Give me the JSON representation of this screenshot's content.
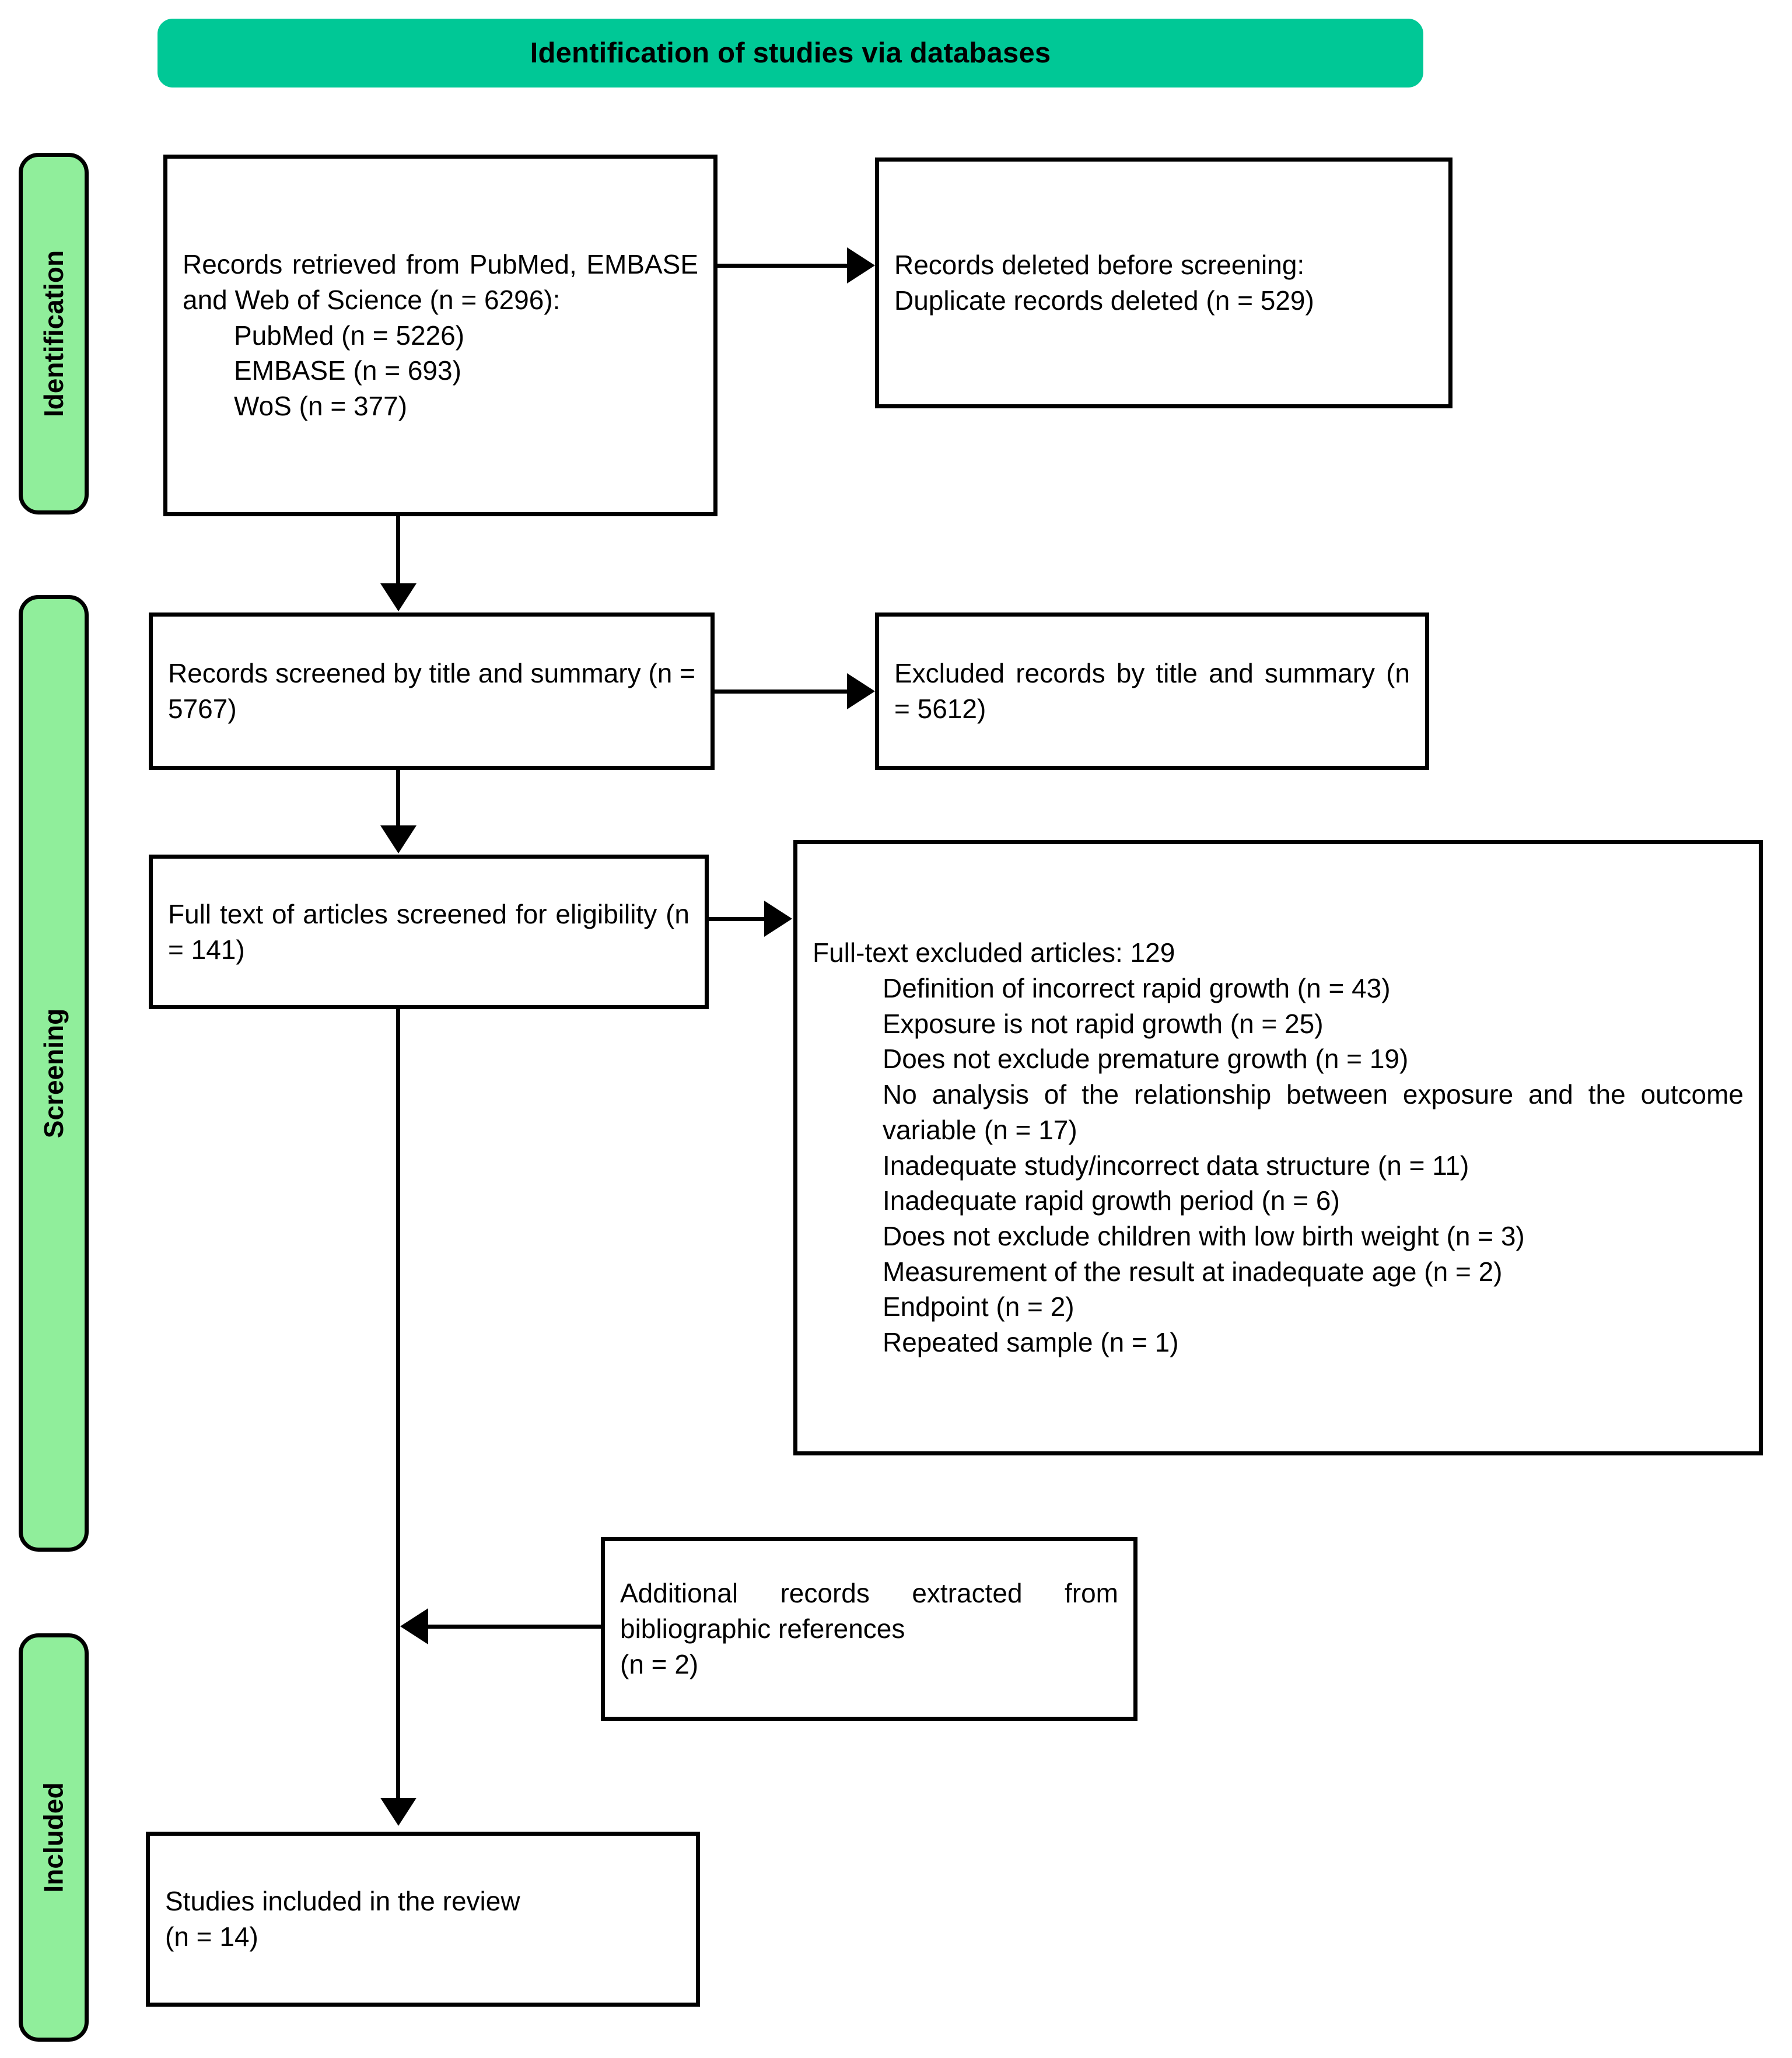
{
  "banner": {
    "title": "Identification of studies via databases"
  },
  "stages": [
    {
      "id": "identification",
      "label": "Identification"
    },
    {
      "id": "screening",
      "label": "Screening"
    },
    {
      "id": "included",
      "label": "Included"
    }
  ],
  "boxes": {
    "records_retrieved": {
      "line1": "Records retrieved from PubMed, EMBASE and Web of Science (n = 6296):",
      "sources": [
        "PubMed (n = 5226)",
        "EMBASE (n = 693)",
        "WoS (n = 377)"
      ]
    },
    "records_deleted": {
      "line1": "Records deleted before screening:",
      "line2": "Duplicate records deleted (n = 529)"
    },
    "records_screened": {
      "text": "Records screened by title and summary (n = 5767)"
    },
    "records_excluded": {
      "text": "Excluded records by title and summary (n = 5612)"
    },
    "fulltext_screened": {
      "text": "Full text of articles screened for eligibility (n = 141)"
    },
    "fulltext_excluded": {
      "title": "Full-text excluded articles: 129",
      "reasons": [
        "Definition of incorrect rapid growth (n = 43)",
        "Exposure is not rapid growth (n = 25)",
        "Does not exclude premature growth (n = 19)",
        "No analysis of the relationship between exposure and the outcome variable (n = 17)",
        "Inadequate study/incorrect data structure (n = 11)",
        "Inadequate rapid growth period (n = 6)",
        "Does not exclude children with low birth weight (n = 3)",
        "Measurement of the result at inadequate age (n = 2)",
        "Endpoint (n = 2)",
        "Repeated sample (n = 1)"
      ]
    },
    "additional_records": {
      "line1": "Additional records extracted from bibliographic references",
      "line2": "(n = 2)"
    },
    "studies_included": {
      "line1": "Studies included in the review",
      "line2": "(n = 14)"
    }
  },
  "colors": {
    "banner_fill": "#00C896",
    "stage_fill": "#90EE9B",
    "box_border": "#000000",
    "text": "#000000"
  }
}
